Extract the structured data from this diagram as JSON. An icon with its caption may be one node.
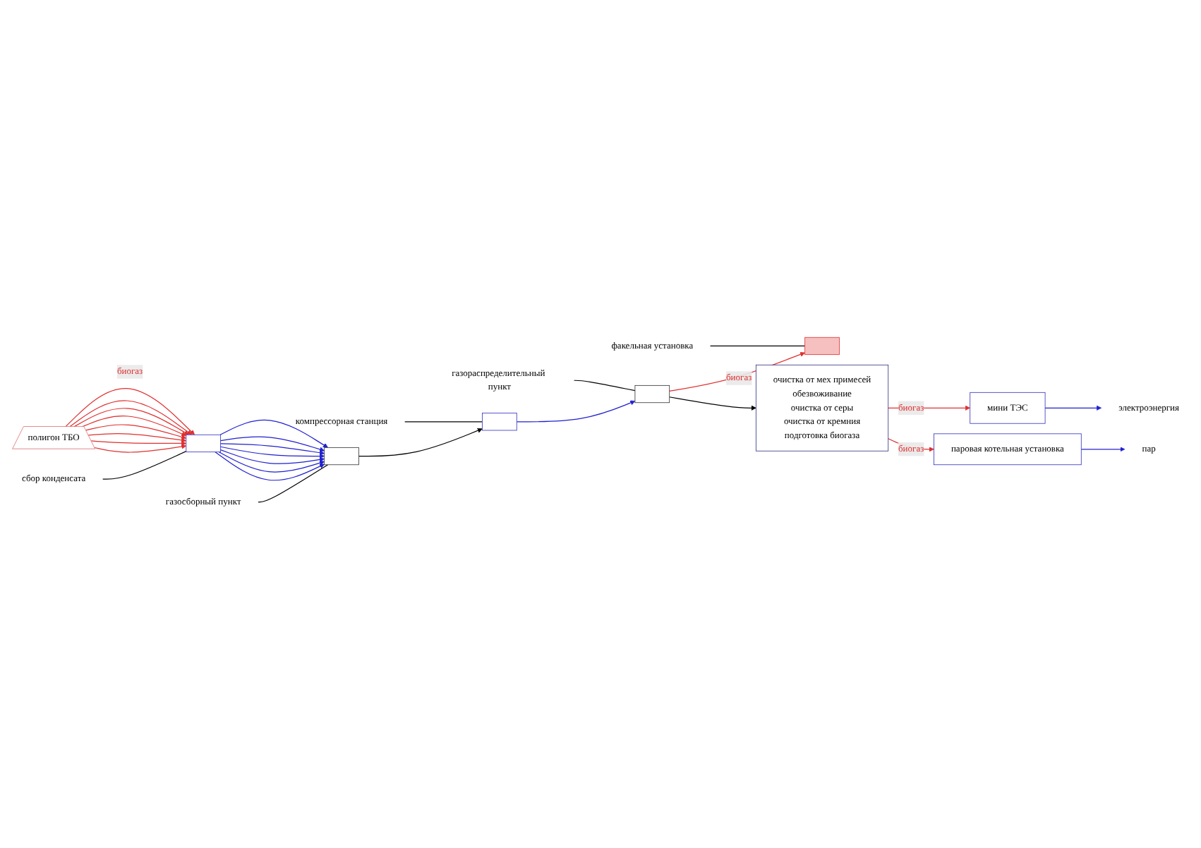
{
  "diagram": {
    "nodes": [
      {
        "text": [
          "полигон ТБО"
        ]
      },
      {
        "text": [
          "сбор конденсата"
        ]
      },
      {
        "text": [],
        "shape": "box"
      },
      {
        "text": [
          "газосборный пункт"
        ]
      },
      {
        "text": [],
        "shape": "box"
      },
      {
        "text": [
          "компрессорная станция"
        ]
      },
      {
        "text": [],
        "shape": "box"
      },
      {
        "text": [
          "газораспределительный пункт"
        ]
      },
      {
        "text": [],
        "shape": "box"
      },
      {
        "text": [
          "факельная установка"
        ]
      },
      {
        "text": [],
        "shape": "bar"
      },
      {
        "text": [
          "очистка от мех примесей",
          "обезвоживание",
          "очистка от серы",
          "очистка от кремния",
          "подготовка биогаза"
        ]
      },
      {
        "text": [
          "мини ТЭС"
        ]
      },
      {
        "text": [
          "паровая котельная установка"
        ]
      },
      {
        "text": [
          "электроэнергия"
        ]
      },
      {
        "text": [
          "пар"
        ]
      }
    ],
    "edges": [
      {
        "from": 0,
        "to": 2,
        "arrow": "to",
        "label": "биогаз",
        "color": "#e03030"
      },
      {
        "from": 0,
        "to": 2,
        "arrow": "to",
        "color": "#e03030"
      },
      {
        "from": 0,
        "to": 2,
        "arrow": "to",
        "color": "#e03030"
      },
      {
        "from": 0,
        "to": 2,
        "arrow": "to",
        "color": "#e03030"
      },
      {
        "from": 0,
        "to": 2,
        "arrow": "to",
        "color": "#e03030"
      },
      {
        "from": 0,
        "to": 2,
        "arrow": "to",
        "color": "#e03030"
      },
      {
        "from": 0,
        "to": 2,
        "arrow": "to",
        "color": "#e03030"
      },
      {
        "from": 0,
        "to": 2,
        "arrow": "to",
        "color": "#e03030"
      },
      {
        "from": 2,
        "to": 4,
        "arrow": "to",
        "color": "#2020d0"
      },
      {
        "from": 2,
        "to": 4,
        "arrow": "to",
        "color": "#2020d0"
      },
      {
        "from": 2,
        "to": 4,
        "arrow": "to",
        "color": "#2020d0"
      },
      {
        "from": 2,
        "to": 4,
        "arrow": "to",
        "color": "#2020d0"
      },
      {
        "from": 2,
        "to": 4,
        "arrow": "to",
        "color": "#2020d0"
      },
      {
        "from": 2,
        "to": 4,
        "arrow": "to",
        "color": "#2020d0"
      },
      {
        "from": 2,
        "to": 4,
        "arrow": "to",
        "color": "#2020d0"
      },
      {
        "from": 1,
        "to": 2,
        "arrow": "none",
        "color": "#000000"
      },
      {
        "from": 3,
        "to": 4,
        "arrow": "none",
        "color": "#000000"
      },
      {
        "from": 5,
        "to": 6,
        "arrow": "none",
        "color": "#000000"
      },
      {
        "from": 7,
        "to": 8,
        "arrow": "none",
        "color": "#000000"
      },
      {
        "from": 9,
        "to": 10,
        "arrow": "none",
        "color": "#000000"
      },
      {
        "from": 4,
        "to": 6,
        "arrow": "to",
        "color": "#000000"
      },
      {
        "from": 6,
        "to": 8,
        "arrow": "to",
        "color": "#2020d0"
      },
      {
        "from": 8,
        "to": 10,
        "arrow": "to",
        "label": "биогаз",
        "color": "#e03030"
      },
      {
        "from": 8,
        "to": 11,
        "arrow": "to",
        "color": "#000000"
      },
      {
        "from": 11,
        "to": 12,
        "arrow": "to",
        "label": "биогаз",
        "color": "#e03030"
      },
      {
        "from": 11,
        "to": 13,
        "arrow": "to",
        "label": "биогаз",
        "color": "#e03030"
      },
      {
        "from": 12,
        "to": 14,
        "arrow": "to",
        "color": "#2020d0"
      },
      {
        "from": 13,
        "to": 15,
        "arrow": "to",
        "color": "#2020d0"
      }
    ]
  }
}
